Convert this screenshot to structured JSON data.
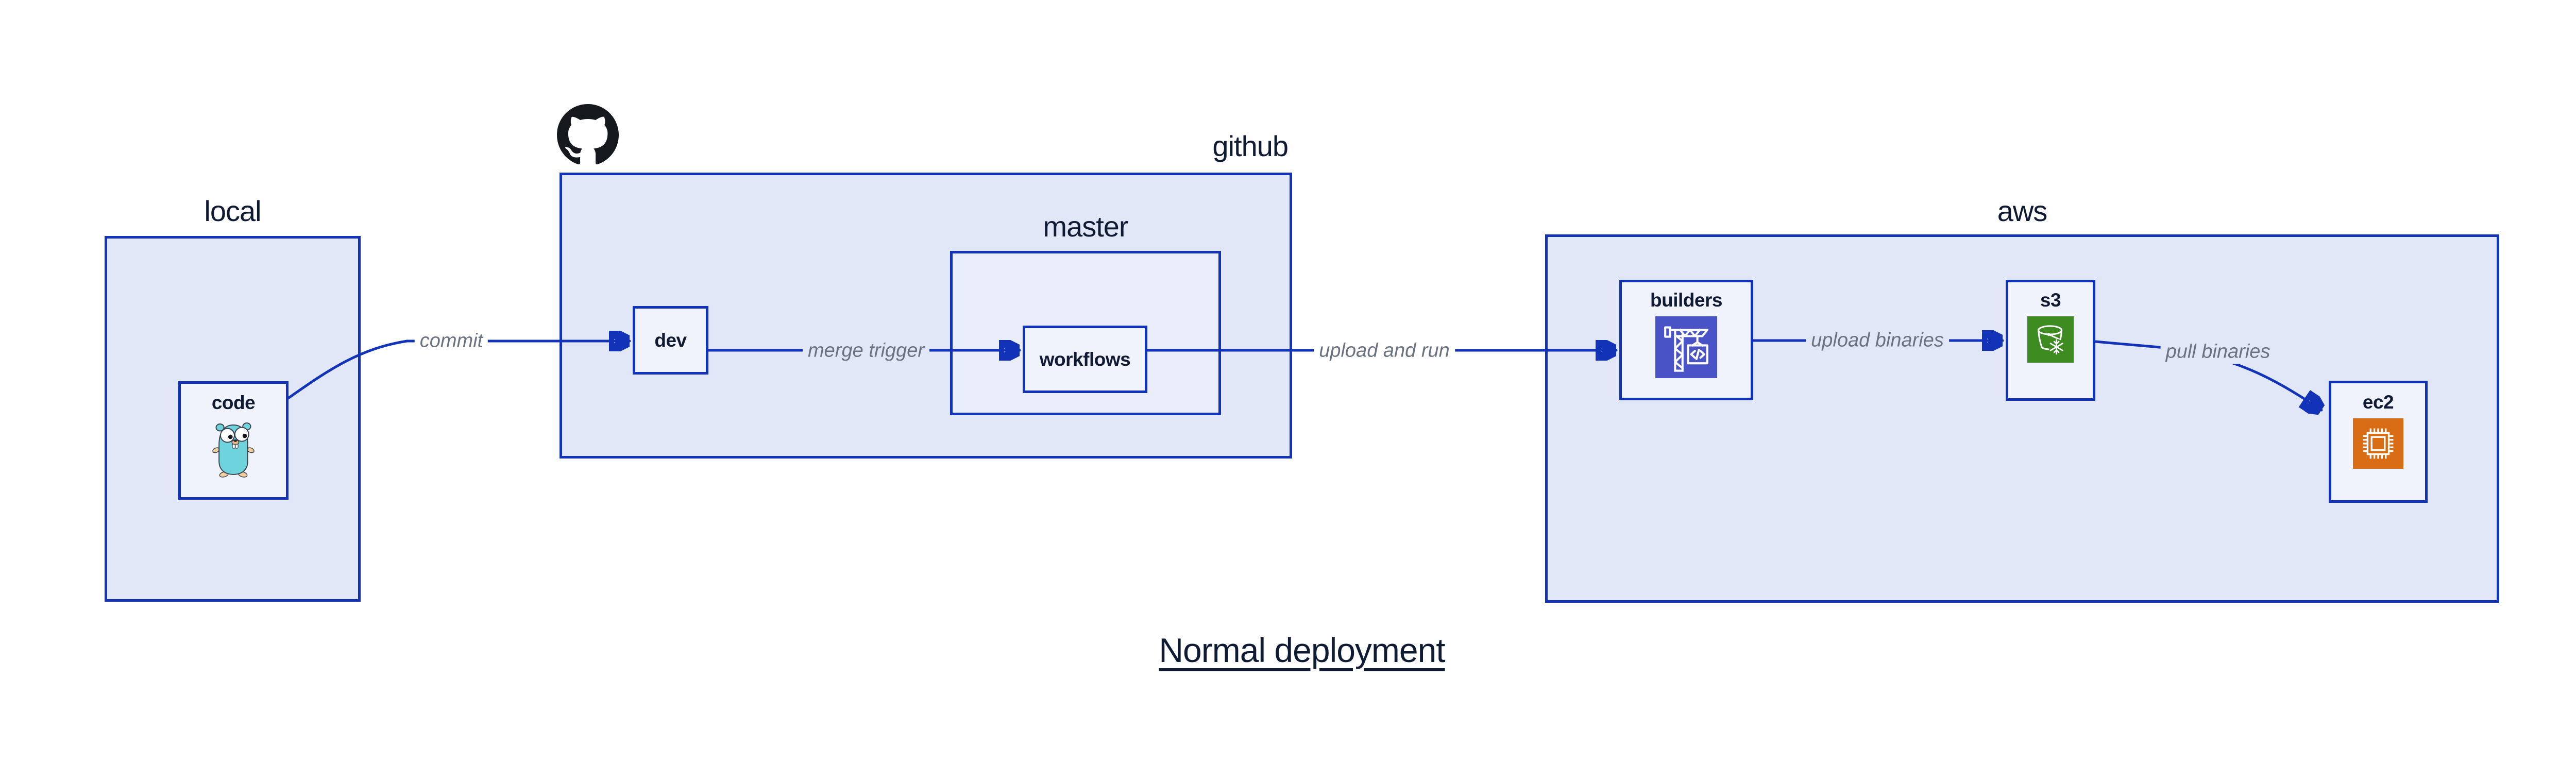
{
  "title": {
    "text": "Normal deployment"
  },
  "containers": {
    "local": {
      "label": "local"
    },
    "github": {
      "label": "github"
    },
    "master": {
      "label": "master"
    },
    "aws": {
      "label": "aws"
    }
  },
  "nodes": {
    "code": {
      "label": "code",
      "icon": "go-gopher-icon"
    },
    "dev": {
      "label": "dev"
    },
    "workflows": {
      "label": "workflows"
    },
    "builders": {
      "label": "builders",
      "icon": "aws-codebuild-icon"
    },
    "s3": {
      "label": "s3",
      "icon": "aws-s3-bucket-icon"
    },
    "ec2": {
      "label": "ec2",
      "icon": "aws-ec2-chip-icon"
    }
  },
  "edges": {
    "commit": {
      "label": "commit"
    },
    "merge_trigger": {
      "label": "merge trigger"
    },
    "upload_and_run": {
      "label": "upload and run"
    },
    "upload_binaries": {
      "label": "upload binaries"
    },
    "pull_binaries": {
      "label": "pull binaries"
    }
  },
  "logos": {
    "github_mark": "github-octocat-icon"
  },
  "colors": {
    "border_blue": "#1233b8",
    "container_fill": "#e2e7f8",
    "subgroup_fill": "#eaeefb",
    "node_fill": "#f0f3fc",
    "text_navy": "#101a33",
    "edge_label_gray": "#6a7280",
    "codebuild_purple": "#4a53c6",
    "s3_green": "#3d8b21",
    "ec2_orange": "#d96d15",
    "gopher_teal": "#6fd3de",
    "github_black": "#15181d"
  }
}
